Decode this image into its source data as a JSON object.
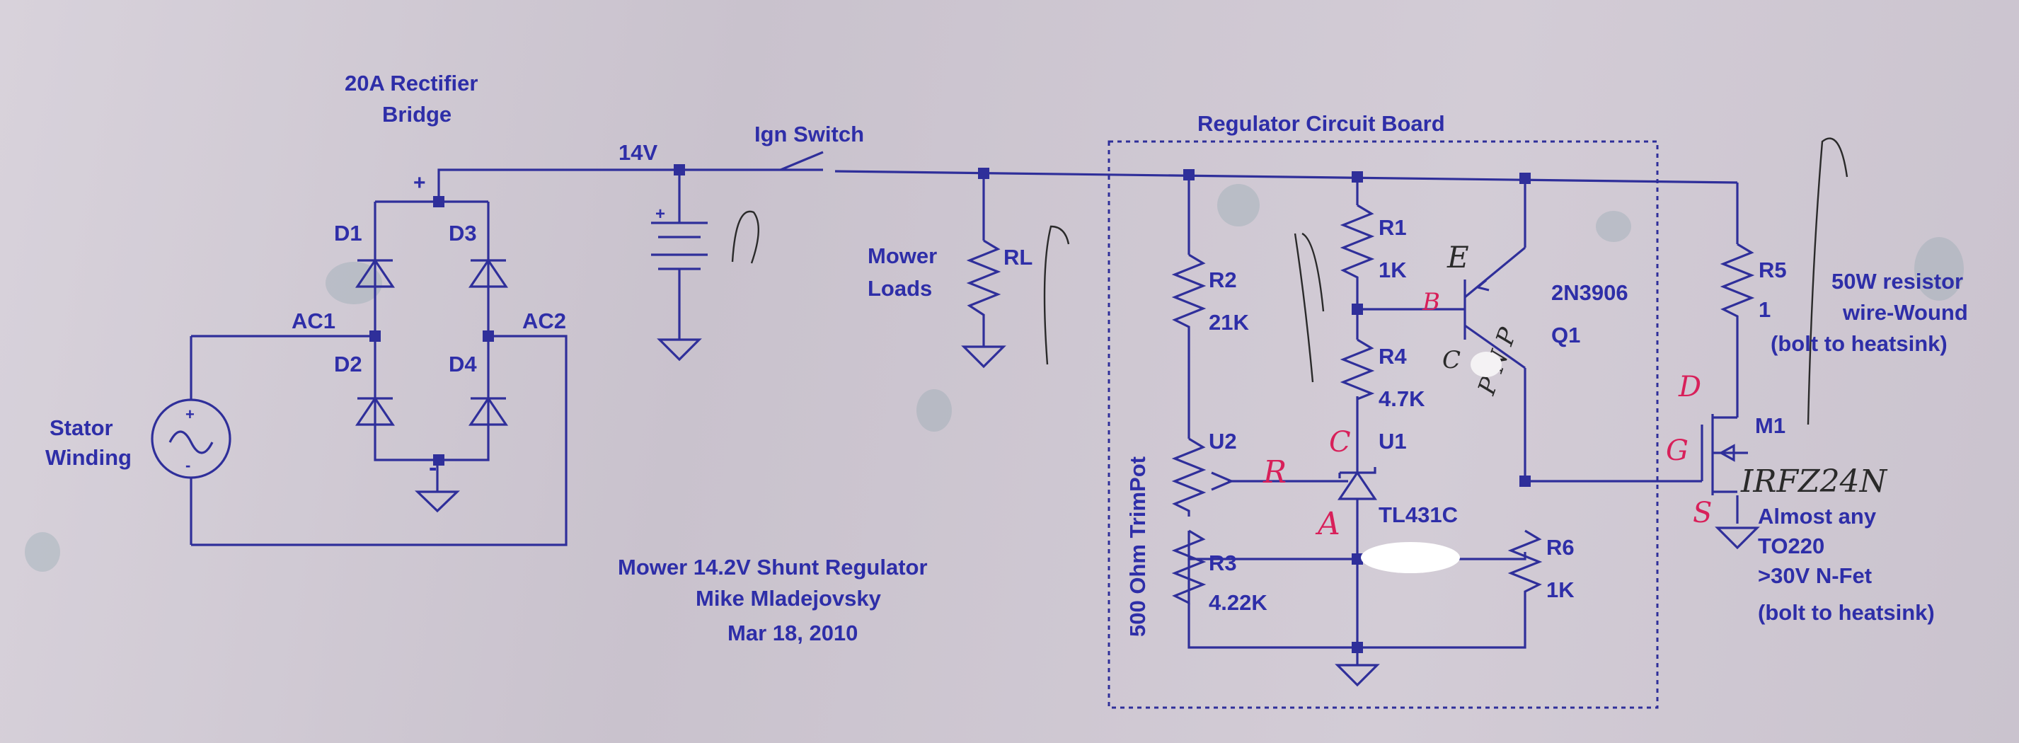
{
  "texts": {
    "bridge_title_1": "20A Rectifier",
    "bridge_title_2": "Bridge",
    "plus_sign": "+",
    "minus_sign": "-",
    "d1": "D1",
    "d2": "D2",
    "d3": "D3",
    "d4": "D4",
    "ac1": "AC1",
    "ac2": "AC2",
    "stator_1": "Stator",
    "stator_2": "Winding",
    "v14": "14V",
    "ign_switch": "Ign Switch",
    "mower_loads_1": "Mower",
    "mower_loads_2": "Loads",
    "rl": "RL",
    "board_title": "Regulator Circuit Board",
    "r1": "R1",
    "r1_val": "1K",
    "r2": "R2",
    "r2_val": "21K",
    "r3": "R3",
    "r3_val": "4.22K",
    "r4": "R4",
    "r4_val": "4.7K",
    "r5": "R5",
    "r5_val": "1",
    "r6": "R6",
    "r6_val": "1K",
    "u1": "U1",
    "u1_part": "TL431C",
    "u2": "U2",
    "trimpot": "500 Ohm TrimPot",
    "q1": "Q1",
    "q1_part": "2N3906",
    "m1": "M1",
    "r5_note_1": "50W resistor",
    "r5_note_2": "wire-Wound",
    "r5_note_3": "(bolt to heatsink)",
    "m1_note_1": "Almost any",
    "m1_note_2": "TO220",
    "m1_note_3": ">30V N-Fet",
    "m1_note_4": "(bolt to heatsink)",
    "caption_1": "Mower 14.2V Shunt Regulator",
    "caption_2": "Mike Mladejovsky",
    "caption_3": "Mar 18, 2010"
  },
  "handwriting": {
    "m1_part": "IRFZ24N",
    "pin_d": "D",
    "pin_g": "G",
    "pin_s": "S",
    "pin_b": "B",
    "pin_e": "E",
    "pin_c_q": "C",
    "q_type": "P N P",
    "u1_r": "R",
    "u1_c": "C",
    "u1_a": "A"
  },
  "colors": {
    "ink": "#2f2f9a",
    "text": "#2e2ea8",
    "pen_red": "#d8205a",
    "pen_black": "#2a2a2a",
    "paper": "#cfc8d2"
  }
}
